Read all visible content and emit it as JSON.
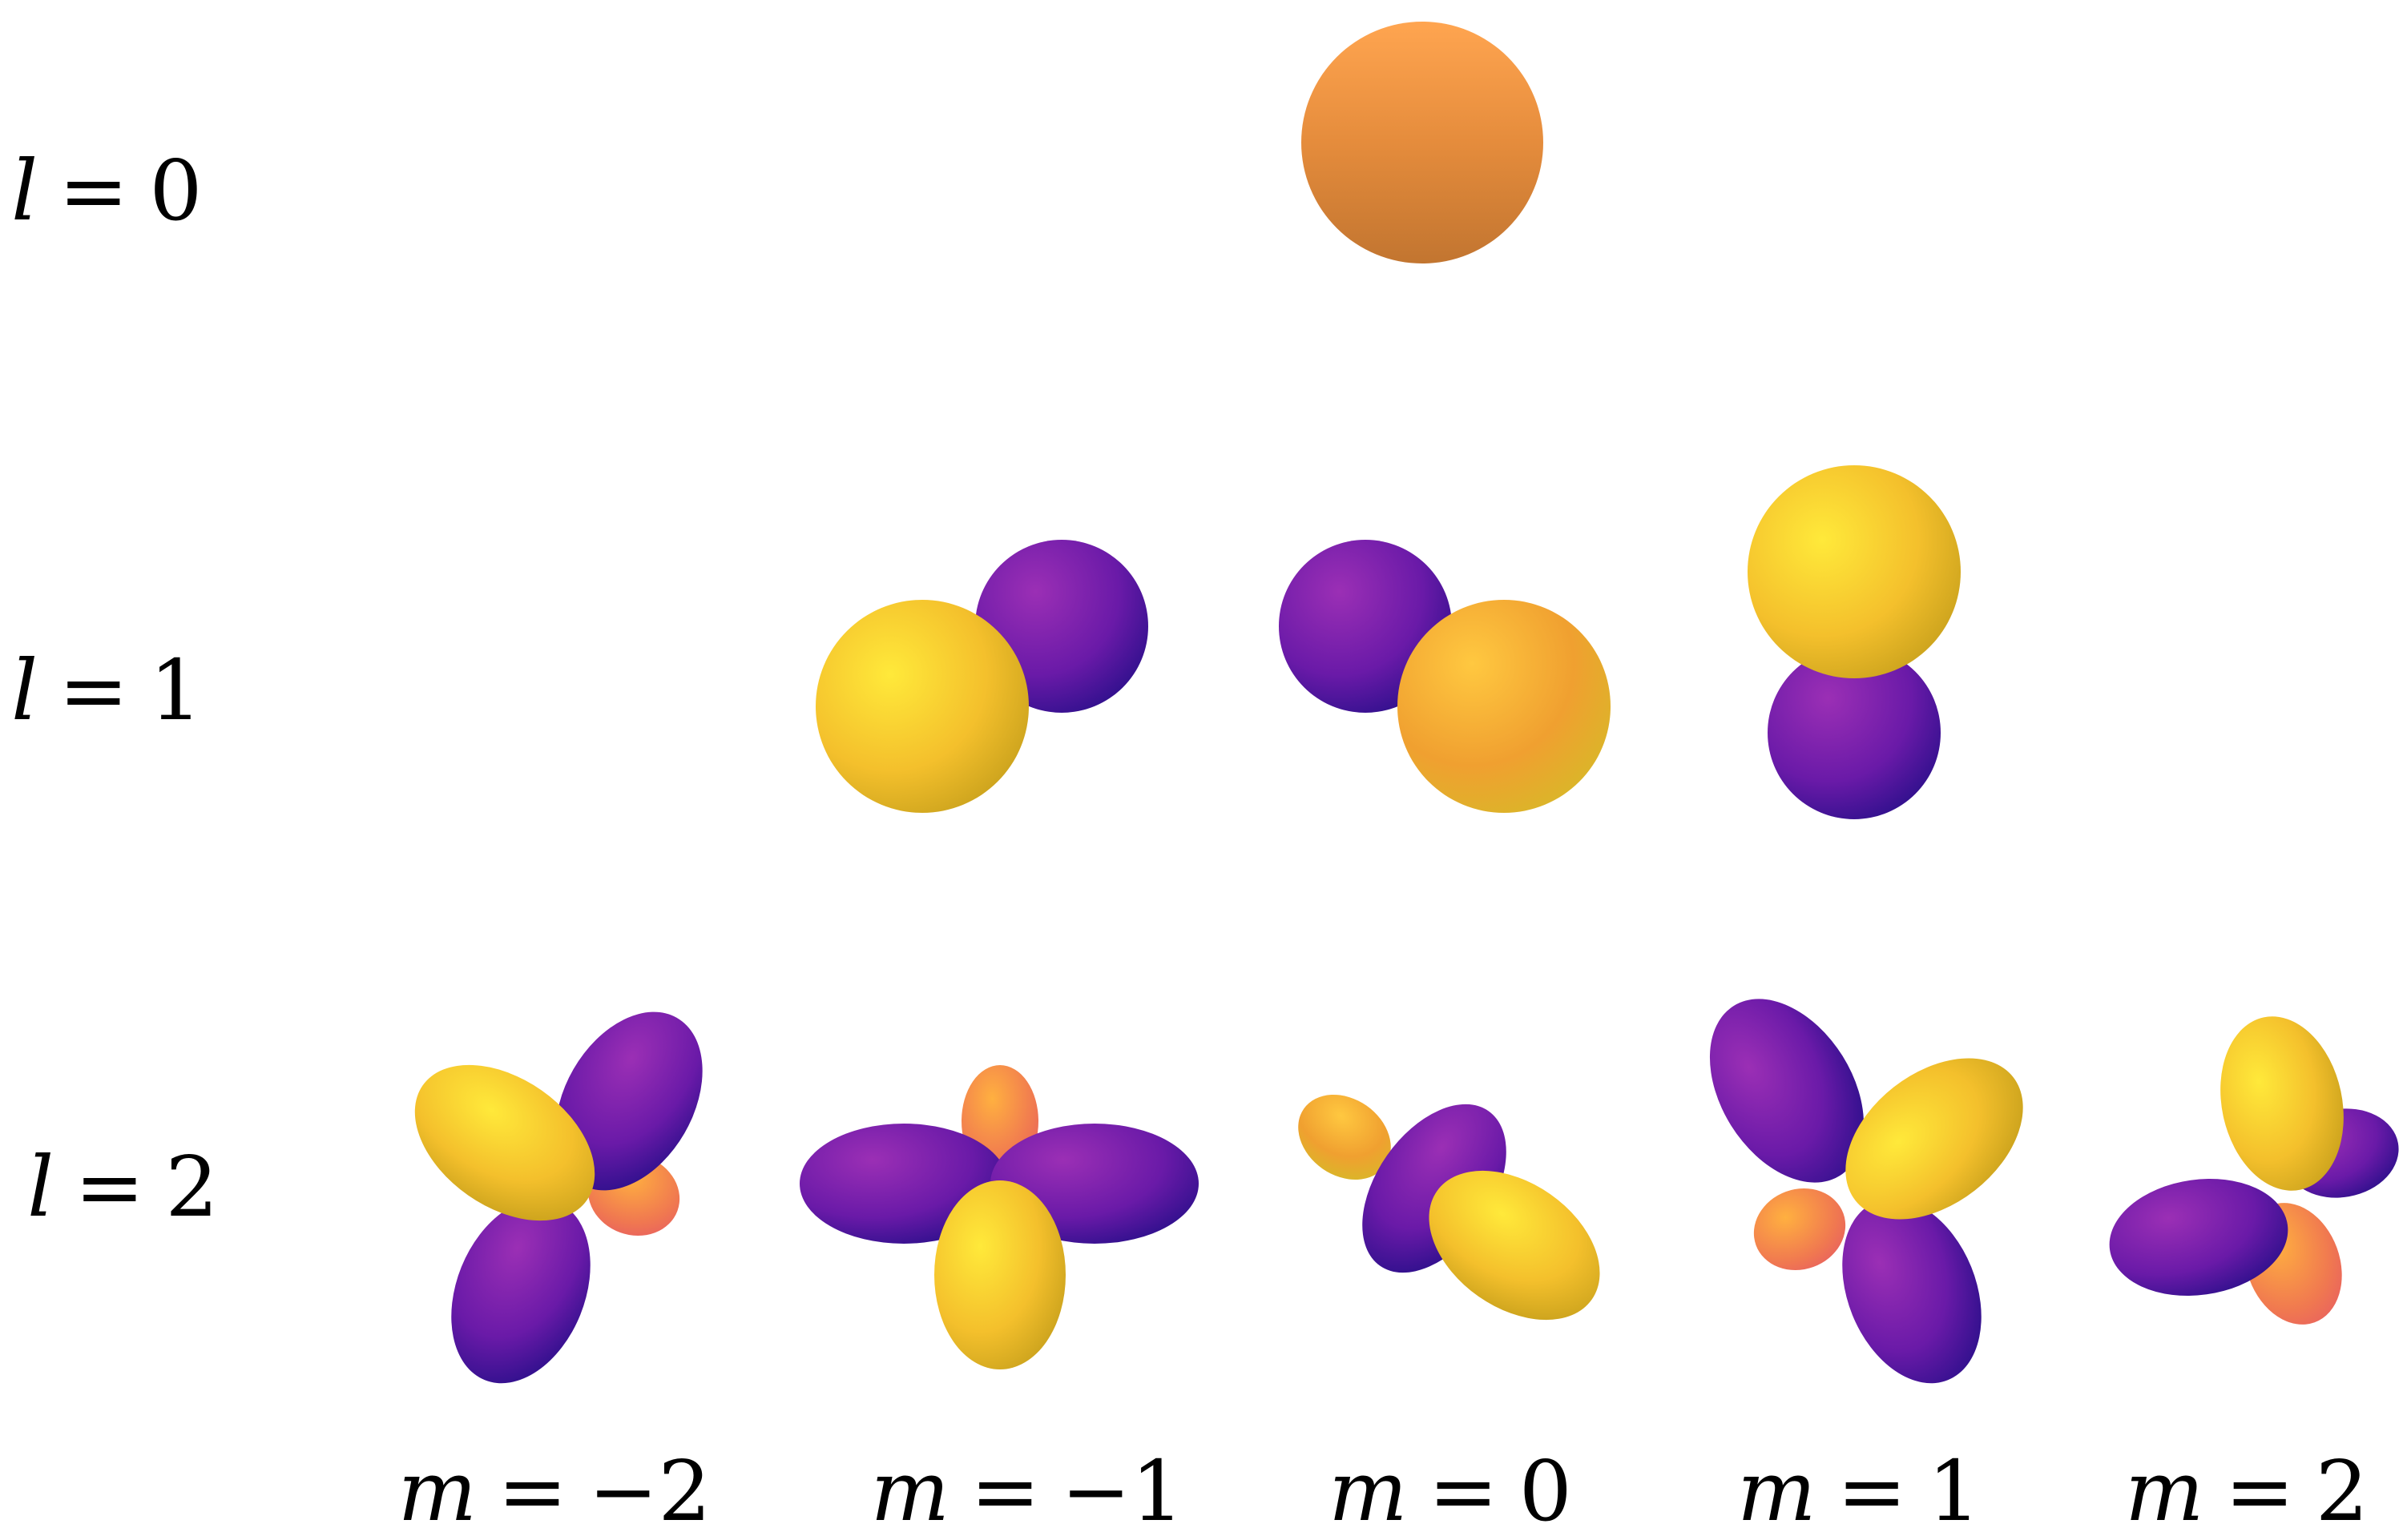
{
  "title": "",
  "rows": [
    {
      "var": "l",
      "eq": "=",
      "val": "0"
    },
    {
      "var": "l",
      "eq": "=",
      "val": "1"
    },
    {
      "var": "l",
      "eq": "=",
      "val": "2"
    }
  ],
  "columns": [
    {
      "var": "m",
      "eq": "=",
      "val": "−2"
    },
    {
      "var": "m",
      "eq": "=",
      "val": "−1"
    },
    {
      "var": "m",
      "eq": "=",
      "val": "0"
    },
    {
      "var": "m",
      "eq": "=",
      "val": "1"
    },
    {
      "var": "m",
      "eq": "=",
      "val": "2"
    }
  ],
  "colors": {
    "positive_light": "#ffe93a",
    "positive_dark": "#c9a11c",
    "positive_mid": "#f0a030",
    "negative_light": "#9b2fb5",
    "negative_dark": "#2a0f8a",
    "l0_light": "#ffa550",
    "l0_dark": "#c27530",
    "background": "#ffffff"
  }
}
